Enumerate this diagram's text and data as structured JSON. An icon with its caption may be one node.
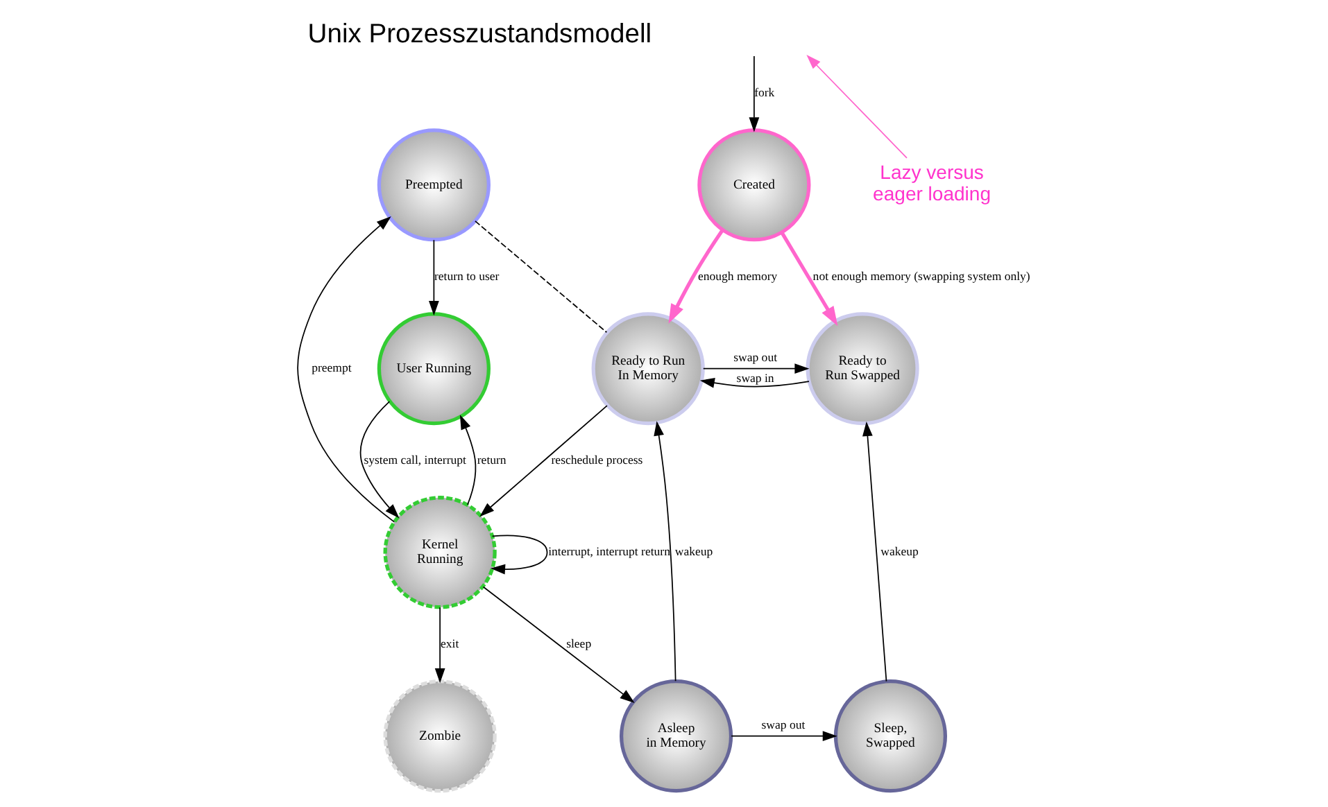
{
  "diagram": {
    "title": "Unix Prozesszustandsmodell",
    "nodes": [
      {
        "text": [
          "Preempted"
        ]
      },
      {
        "text": [
          "User Running"
        ]
      },
      {
        "text": [
          "Kernel Running"
        ]
      },
      {
        "text": [
          "Zombie"
        ]
      },
      {
        "text": [
          "Created"
        ]
      },
      {
        "text": [
          "Ready to Run In Memory"
        ]
      },
      {
        "text": [
          "Ready to Run Swapped"
        ]
      },
      {
        "text": [
          "Asleep in Memory"
        ]
      },
      {
        "text": [
          "Sleep, Swapped"
        ]
      },
      {
        "text": [
          "Lazy versus eager loading"
        ]
      }
    ],
    "edges": [
      {
        "from": null,
        "to": 4,
        "arrow": "to",
        "label": "fork"
      },
      {
        "from": 4,
        "to": 5,
        "arrow": "to",
        "label": "enough memory",
        "style": "thick",
        "color": "#ff66cc"
      },
      {
        "from": 4,
        "to": 6,
        "arrow": "to",
        "label": "not enough memory (swapping system only)",
        "style": "thick",
        "color": "#ff66cc"
      },
      {
        "from": 0,
        "to": 1,
        "arrow": "to",
        "label": "return to user"
      },
      {
        "from": 2,
        "to": 0,
        "arrow": "to",
        "label": "preempt"
      },
      {
        "from": 0,
        "to": 5,
        "arrow": "none",
        "style": "dashed"
      },
      {
        "from": 1,
        "to": 2,
        "arrow": "to",
        "label": "system call, interrupt"
      },
      {
        "from": 2,
        "to": 1,
        "arrow": "to",
        "label": "return"
      },
      {
        "from": 2,
        "to": 2,
        "arrow": "to",
        "label": "interrupt, interrupt return"
      },
      {
        "from": 5,
        "to": 2,
        "arrow": "to",
        "label": "reschedule process"
      },
      {
        "from": 5,
        "to": 6,
        "arrow": "to",
        "label": "swap out"
      },
      {
        "from": 6,
        "to": 5,
        "arrow": "to",
        "label": "swap in"
      },
      {
        "from": 2,
        "to": 3,
        "arrow": "to",
        "label": "exit"
      },
      {
        "from": 2,
        "to": 7,
        "arrow": "to",
        "label": "sleep"
      },
      {
        "from": 7,
        "to": 5,
        "arrow": "to",
        "label": "wakeup"
      },
      {
        "from": 7,
        "to": 8,
        "arrow": "to",
        "label": "swap out"
      },
      {
        "from": 8,
        "to": 6,
        "arrow": "to",
        "label": "wakeup"
      },
      {
        "from": 9,
        "to": null,
        "arrow": "to",
        "color": "#ff66cc"
      }
    ]
  }
}
